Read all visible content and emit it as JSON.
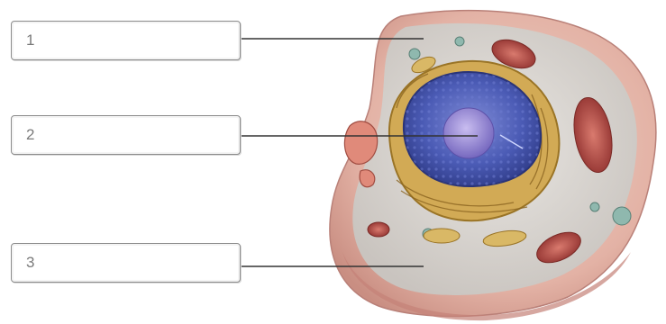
{
  "labels": [
    {
      "number": "1"
    },
    {
      "number": "2"
    },
    {
      "number": "3"
    }
  ],
  "colors": {
    "membrane": "#e6b7ad",
    "cytoplasm": "#dcd9d6",
    "nucleus": "#4f5fb8",
    "nucleolus": "#8c7fcf",
    "golgi_er": "#c8a04a",
    "mitochondria": "#b54a45",
    "leader_line": "#333333"
  }
}
